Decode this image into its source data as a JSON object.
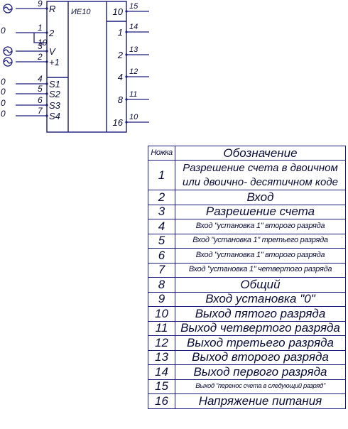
{
  "chip": {
    "name": "ИЕ10",
    "input_pins": [
      {
        "num": "9",
        "label": "R",
        "symbol": "ac",
        "level": ""
      },
      {
        "num": "1",
        "label": "2",
        "symbol": "",
        "level": "0"
      },
      {
        "num": "10",
        "label": "",
        "symbol": "",
        "level": ""
      },
      {
        "num": "3",
        "label": "V",
        "symbol": "ac",
        "level": ""
      },
      {
        "num": "2",
        "label": "+1",
        "symbol": "ac",
        "level": ""
      },
      {
        "num": "4",
        "label": "S1",
        "symbol": "",
        "level": "0"
      },
      {
        "num": "5",
        "label": "S2",
        "symbol": "",
        "level": "0"
      },
      {
        "num": "6",
        "label": "S3",
        "symbol": "",
        "level": "0"
      },
      {
        "num": "7",
        "label": "S4",
        "symbol": "",
        "level": "0"
      }
    ],
    "output_pins": [
      {
        "weight": "10",
        "pin": "15"
      },
      {
        "weight": "1",
        "pin": "14"
      },
      {
        "weight": "2",
        "pin": "13"
      },
      {
        "weight": "4",
        "pin": "12"
      },
      {
        "weight": "8",
        "pin": "11"
      },
      {
        "weight": "16",
        "pin": "10"
      }
    ]
  },
  "table": {
    "header": {
      "pin": "Ножка",
      "designation": "Обозначение"
    },
    "rows": [
      {
        "pin": "1",
        "designation": "Разрешение счета в двоичном или двоично- десятичном коде"
      },
      {
        "pin": "2",
        "designation": "Вход"
      },
      {
        "pin": "3",
        "designation": "Разрешение счета"
      },
      {
        "pin": "4",
        "designation": "Вход \"установка 1\" второго разряда"
      },
      {
        "pin": "5",
        "designation": "Вход \"установка 1\" третьего разряда"
      },
      {
        "pin": "6",
        "designation": "Вход \"установка 1\" второго разряда"
      },
      {
        "pin": "7",
        "designation": "Вход \"установка 1\" четвертого разряда"
      },
      {
        "pin": "8",
        "designation": "Общий"
      },
      {
        "pin": "9",
        "designation": "Вход установка \"0\""
      },
      {
        "pin": "10",
        "designation": "Выход пятого разряда"
      },
      {
        "pin": "11",
        "designation": "Выход четвертого разряда"
      },
      {
        "pin": "12",
        "designation": "Выход третьего разряда"
      },
      {
        "pin": "13",
        "designation": "Выход второго разряда"
      },
      {
        "pin": "14",
        "designation": "Выход первого разряда"
      },
      {
        "pin": "15",
        "designation": "Выход \"перенос счета в следующий разряд\""
      },
      {
        "pin": "16",
        "designation": "Напряжение питания"
      }
    ]
  },
  "colors": {
    "ink": "#0b0b3a",
    "line": "#1a1a7a",
    "background": "#ffffff"
  }
}
